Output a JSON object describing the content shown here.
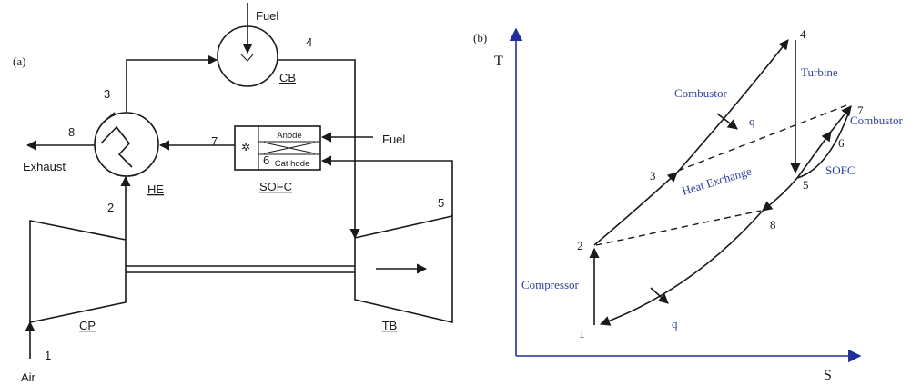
{
  "panel_a": {
    "label": "(a)",
    "components": {
      "combustor": "CB",
      "heat_exchanger": "HE",
      "fuel_cell": "SOFC",
      "compressor": "CP",
      "turbine": "TB",
      "anode": "Anode",
      "cathode": "Cat hode"
    },
    "streams": {
      "fuel_top": "Fuel",
      "fuel_sofc": "Fuel",
      "exhaust": "Exhaust",
      "air": "Air"
    },
    "state_points": {
      "p1": "1",
      "p2": "2",
      "p3": "3",
      "p4": "4",
      "p5": "5",
      "p6": "6",
      "p7": "7",
      "p8": "8"
    }
  },
  "panel_b": {
    "label": "(b)",
    "axis_y": "T",
    "axis_x": "S",
    "process_labels": {
      "combustor_1": "Combustor",
      "combustor_2": "Combustor",
      "turbine": "Turbine",
      "heat_exchange": "Heat Exchange",
      "sofc": "SOFC",
      "compressor": "Compressor",
      "q_top": "q",
      "q_bottom": "q"
    },
    "state_points": {
      "p1": "1",
      "p2": "2",
      "p3": "3",
      "p4": "4",
      "p5": "5",
      "p6": "6",
      "p7": "7",
      "p8": "8"
    }
  },
  "colors": {
    "line": "#1a1a1a",
    "label_blue": "#2f3f9a",
    "axis_blue": "#1f2f9a"
  }
}
